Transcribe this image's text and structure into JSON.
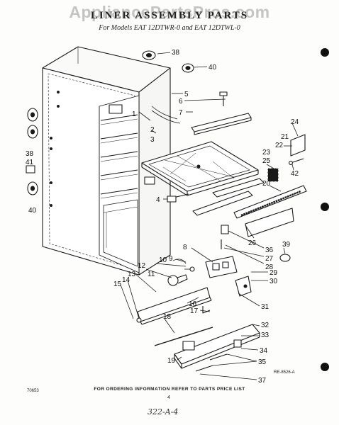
{
  "watermark": "AppliancePartsPros.com",
  "title": "LINER ASSEMBLY PARTS",
  "subtitle": "For Models EAT 12DTWR-0 and EAT 12DTWL-0",
  "footer_note": "FOR ORDERING INFORMATION REFER TO PARTS PRICE LIST",
  "code_left": "70653",
  "code_ref": "RE-8526-A",
  "page_number": "4",
  "handwritten": "322-A-4",
  "callouts": [
    {
      "id": "c38a",
      "label": "38"
    },
    {
      "id": "c40a",
      "label": "40"
    },
    {
      "id": "c5",
      "label": "5"
    },
    {
      "id": "c6",
      "label": "6"
    },
    {
      "id": "c7",
      "label": "7"
    },
    {
      "id": "c1",
      "label": "1"
    },
    {
      "id": "c2",
      "label": "2"
    },
    {
      "id": "c3",
      "label": "3"
    },
    {
      "id": "c38b",
      "label": "38"
    },
    {
      "id": "c41",
      "label": "41"
    },
    {
      "id": "c40b",
      "label": "40"
    },
    {
      "id": "c24",
      "label": "24"
    },
    {
      "id": "c21",
      "label": "21"
    },
    {
      "id": "c22",
      "label": "22"
    },
    {
      "id": "c42",
      "label": "42"
    },
    {
      "id": "c23",
      "label": "23"
    },
    {
      "id": "c25",
      "label": "25"
    },
    {
      "id": "c20",
      "label": "20"
    },
    {
      "id": "c4",
      "label": "4"
    },
    {
      "id": "c26",
      "label": "26"
    },
    {
      "id": "c36",
      "label": "36"
    },
    {
      "id": "c39",
      "label": "39"
    },
    {
      "id": "c27",
      "label": "27"
    },
    {
      "id": "c28",
      "label": "28"
    },
    {
      "id": "c8",
      "label": "8"
    },
    {
      "id": "c9",
      "label": "9"
    },
    {
      "id": "c10",
      "label": "10"
    },
    {
      "id": "c12",
      "label": "12"
    },
    {
      "id": "c11",
      "label": "11"
    },
    {
      "id": "c13",
      "label": "13"
    },
    {
      "id": "c14",
      "label": "14"
    },
    {
      "id": "c15",
      "label": "15"
    },
    {
      "id": "c29",
      "label": "29"
    },
    {
      "id": "c30",
      "label": "30"
    },
    {
      "id": "c16",
      "label": "16"
    },
    {
      "id": "c17",
      "label": "17"
    },
    {
      "id": "c31",
      "label": "31"
    },
    {
      "id": "c18",
      "label": "18"
    },
    {
      "id": "c32",
      "label": "32"
    },
    {
      "id": "c33",
      "label": "33"
    },
    {
      "id": "c34",
      "label": "34"
    },
    {
      "id": "c19",
      "label": "19"
    },
    {
      "id": "c35",
      "label": "35"
    },
    {
      "id": "c37",
      "label": "37"
    }
  ]
}
